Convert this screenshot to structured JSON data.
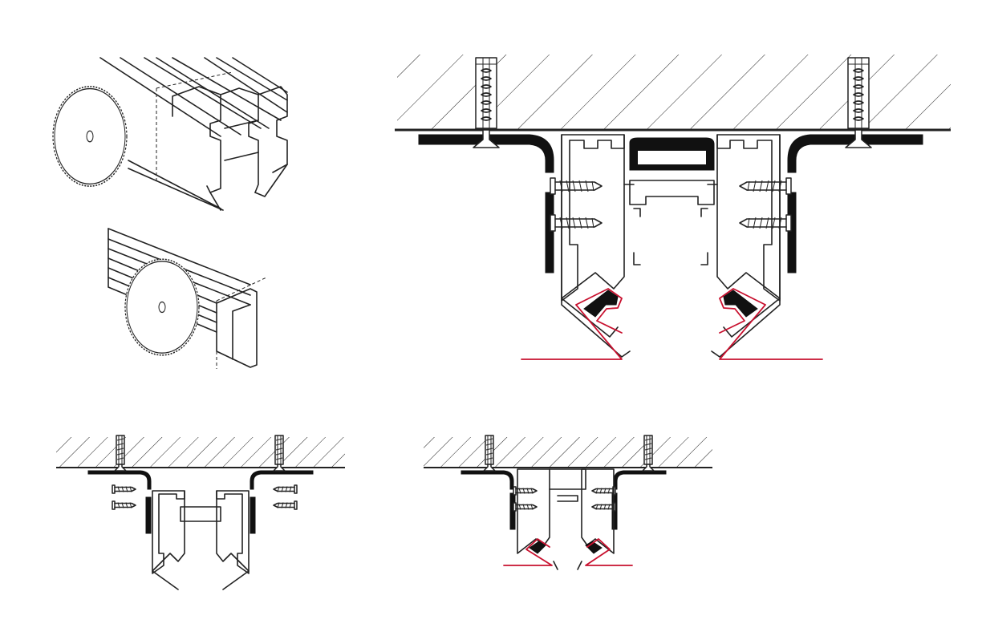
{
  "figure": {
    "panels": [
      {
        "name": "saw-cutting-profile-isometric"
      },
      {
        "name": "saw-cutting-rail-isometric"
      },
      {
        "name": "section-detail-large"
      },
      {
        "name": "section-detail-small-left"
      },
      {
        "name": "section-detail-small-right"
      }
    ]
  },
  "colors": {
    "line": "#222222",
    "fill_black": "#111111",
    "seal_red": "#c8102e",
    "background": "#ffffff"
  },
  "icons": [
    "saw-blade-icon",
    "dowel-screw-icon",
    "wood-screw-icon",
    "ceiling-hatch"
  ]
}
